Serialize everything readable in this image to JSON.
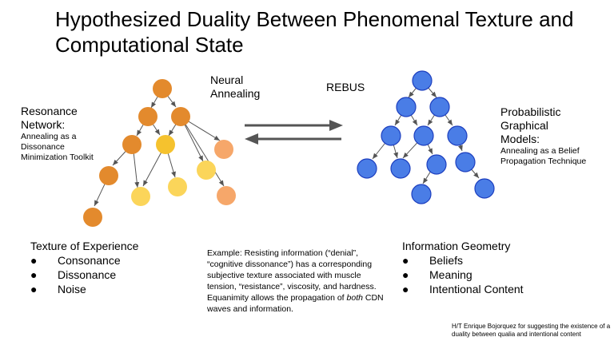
{
  "title": "Hypothesized Duality Between Phenomenal Texture and Computational State",
  "left_label": {
    "heading": "Resonance Network:",
    "sub": "Annealing as a Dissonance Minimization Toolkit"
  },
  "neural_annealing_label": "Neural Annealing",
  "rebus_label": "REBUS",
  "right_label": {
    "heading": "Probabilistic Graphical Models:",
    "sub": "Annealing as a Belief Propagation Technique"
  },
  "texture": {
    "heading": "Texture of Experience",
    "items": [
      "Consonance",
      "Dissonance",
      "Noise"
    ]
  },
  "example": {
    "text_before_italic": "Example: Resisting information (“denial”, “cognitive dissonance”) has a corresponding subjective texture associated with muscle tension, “resistance”, viscosity, and hardness. Equanimity allows the propagation of ",
    "italic": "both",
    "text_after_italic": " CDN waves and information."
  },
  "info_geometry": {
    "heading": "Information Geometry",
    "items": [
      "Beliefs",
      "Meaning",
      "Intentional Content"
    ]
  },
  "credit": "H/T Enrique Bojorquez for suggesting the existence of a duality between qualia and intentional content",
  "bullet_glyph": "●",
  "colors": {
    "orange": "#e38a2d",
    "yellow_strong": "#f5c22e",
    "yellow_light": "#fbd55a",
    "peach": "#f6a76a",
    "blue": "#4a7de6",
    "blue_stroke": "#1d3fbf",
    "edge": "#555555",
    "arrow": "#555555"
  }
}
